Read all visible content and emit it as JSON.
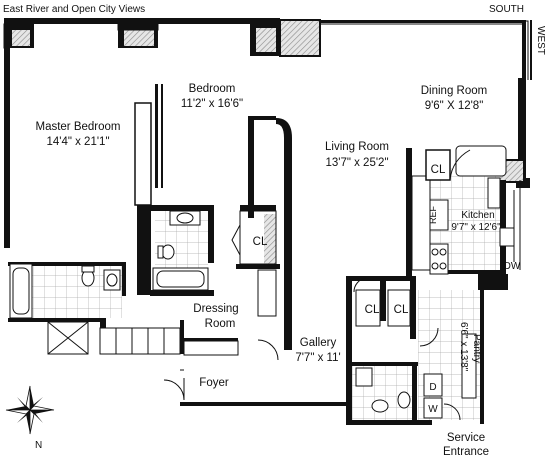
{
  "header": {
    "views": "East River and Open City Views",
    "south": "SOUTH",
    "west": "WEST"
  },
  "compass": {
    "north_label": "N"
  },
  "rooms": {
    "master_bedroom": {
      "name": "Master Bedroom",
      "dims": "14'4\" x 21'1\""
    },
    "bedroom": {
      "name": "Bedroom",
      "dims": "11'2\" x 16'6\""
    },
    "living_room": {
      "name": "Living Room",
      "dims": "13'7\" x 25'2\""
    },
    "dining_room": {
      "name": "Dining Room",
      "dims": "9'6\" X 12'8\""
    },
    "kitchen": {
      "name": "Kitchen",
      "dims": "9'7\" x 12'6\""
    },
    "dressing_room": {
      "line1": "Dressing",
      "line2": "Room"
    },
    "gallery": {
      "name": "Gallery",
      "dims": "7'7\" x 11'"
    },
    "foyer": {
      "name": "Foyer"
    },
    "pantry": {
      "name": "Pantry",
      "dims": "6'6\" x 13'8\""
    },
    "service_entrance": {
      "line1": "Service",
      "line2": "Entrance"
    }
  },
  "fixtures": {
    "closet": "CL",
    "refrigerator": "REF",
    "dishwasher": "DW",
    "dryer": "D",
    "washer": "W"
  }
}
